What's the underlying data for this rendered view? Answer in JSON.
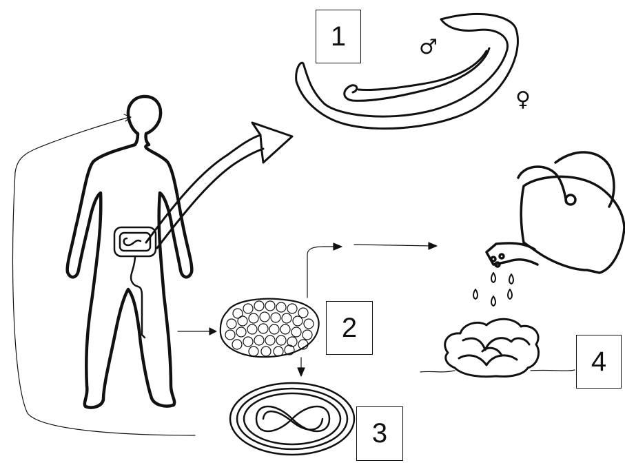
{
  "stages": [
    {
      "number": "1",
      "depicts": "adult-worms"
    },
    {
      "number": "2",
      "depicts": "egg-cluster"
    },
    {
      "number": "3",
      "depicts": "embryonated-egg"
    },
    {
      "number": "4",
      "depicts": "contaminated-vegetables"
    }
  ],
  "symbols": {
    "male": "♂",
    "female": "♀"
  },
  "colors": {
    "ink": "#111111",
    "background": "#ffffff"
  }
}
